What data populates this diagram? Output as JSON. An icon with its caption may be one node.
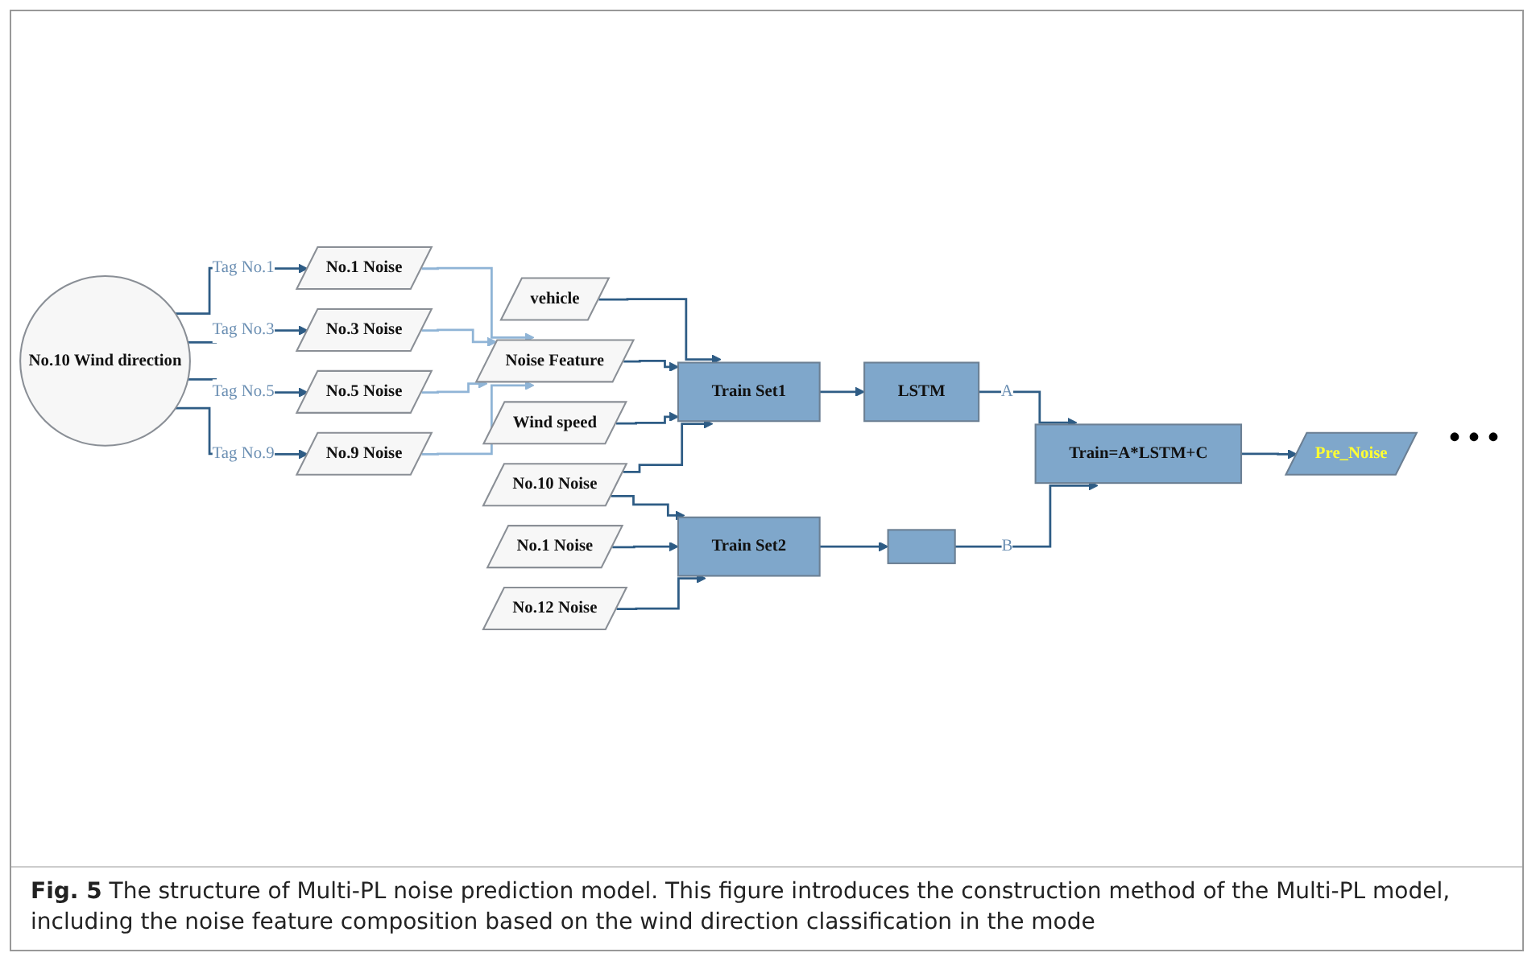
{
  "diagram": {
    "caption": "**Fig. 5** The structure of Multi-PL noise prediction model. This figure introduces the construction method of the Multi-PL model, including the noise feature composition based on the wind direction classification in the mode",
    "nodes": [
      {
        "text": [
          "No.10 Wind direction"
        ]
      },
      {
        "text": [
          "No.1 Noise"
        ]
      },
      {
        "text": [
          "No.3 Noise"
        ]
      },
      {
        "text": [
          "No.5 Noise"
        ]
      },
      {
        "text": [
          "No.9 Noise"
        ]
      },
      {
        "text": [
          "vehicle"
        ]
      },
      {
        "text": [
          "Noise Feature"
        ]
      },
      {
        "text": [
          "Wind speed"
        ]
      },
      {
        "text": [
          "Train Set1"
        ]
      },
      {
        "text": [
          "LSTM"
        ]
      },
      {
        "text": [
          "No.10 Noise"
        ]
      },
      {
        "text": [
          "No.1 Noise"
        ]
      },
      {
        "text": [
          "No.12 Noise"
        ]
      },
      {
        "text": [
          "Pre_Noise"
        ]
      },
      {
        "text": [
          "Train=A*LSTM+C"
        ]
      },
      {
        "text": [
          "Train Set2"
        ]
      },
      {
        "text": [],
        "shape": "box"
      }
    ],
    "edges": [
      {
        "from": 0,
        "to": 1,
        "arrow": "to",
        "label": "Tag No.1"
      },
      {
        "from": 0,
        "to": 2,
        "arrow": "to",
        "label": "Tag No.3"
      },
      {
        "from": 0,
        "to": 3,
        "arrow": "to",
        "label": "Tag No.5"
      },
      {
        "from": 0,
        "to": 4,
        "arrow": "to",
        "label": "Tag No.9"
      },
      {
        "from": 1,
        "to": 6,
        "arrow": "to",
        "color": "#8fb4d6"
      },
      {
        "from": 2,
        "to": 6,
        "arrow": "to",
        "color": "#8fb4d6"
      },
      {
        "from": 3,
        "to": 6,
        "arrow": "to",
        "color": "#8fb4d6"
      },
      {
        "from": 4,
        "to": 6,
        "arrow": "to",
        "color": "#8fb4d6"
      },
      {
        "from": 5,
        "to": 8,
        "arrow": "to"
      },
      {
        "from": 6,
        "to": 8,
        "arrow": "to"
      },
      {
        "from": 7,
        "to": 8,
        "arrow": "to"
      },
      {
        "from": 10,
        "to": 8,
        "arrow": "to"
      },
      {
        "from": 8,
        "to": 9,
        "arrow": "to"
      },
      {
        "from": 9,
        "to": 14,
        "arrow": "to",
        "label": "A"
      },
      {
        "from": 10,
        "to": 15,
        "arrow": "to"
      },
      {
        "from": 11,
        "to": 15,
        "arrow": "to"
      },
      {
        "from": 12,
        "to": 15,
        "arrow": "to"
      },
      {
        "from": 14,
        "to": 13,
        "arrow": "to"
      },
      {
        "from": 15,
        "to": 16,
        "arrow": "to"
      },
      {
        "from": 16,
        "to": 14,
        "arrow": "to",
        "label": "B"
      }
    ],
    "labels": [
      "• • •"
    ]
  }
}
